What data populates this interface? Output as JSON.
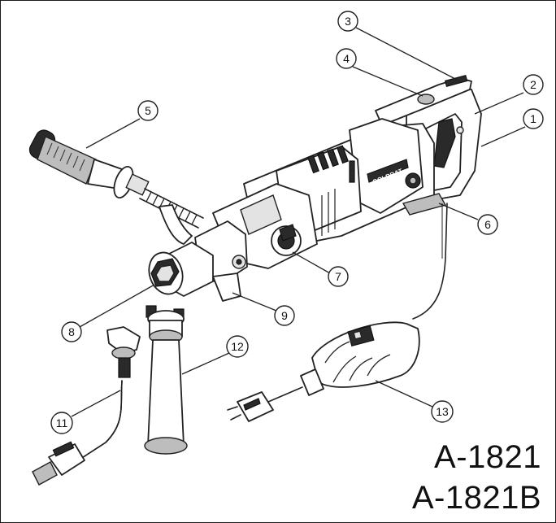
{
  "models": [
    "A-1821",
    "A-1821B"
  ],
  "brand_label": "GOLDBAT",
  "callouts": [
    {
      "num": "1"
    },
    {
      "num": "2"
    },
    {
      "num": "3"
    },
    {
      "num": "4"
    },
    {
      "num": "5"
    },
    {
      "num": "6"
    },
    {
      "num": "7"
    },
    {
      "num": "8"
    },
    {
      "num": "9"
    },
    {
      "num": "11"
    },
    {
      "num": "12"
    },
    {
      "num": "13"
    }
  ]
}
